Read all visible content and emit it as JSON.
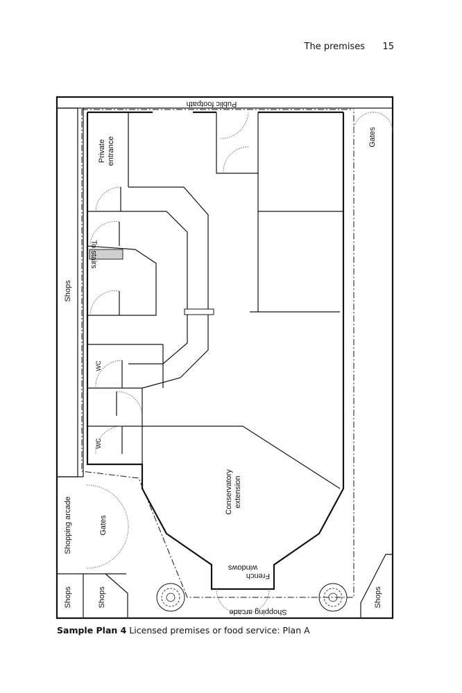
{
  "header": {
    "title": "The premises",
    "page_number": "15"
  },
  "plan": {
    "labels": {
      "public_footpath": "Public footpath",
      "private_entrance_1": "Private",
      "private_entrance_2": "entrance",
      "gates_right": "Gates",
      "shops_top": "Shops",
      "to_stairs": "To stairs",
      "wc_upper": "WC",
      "wc_lower": "WC",
      "conservatory_1": "Conservatory",
      "conservatory_2": "extension",
      "shopping_arcade_left": "Shopping arcade",
      "gates_left": "Gates",
      "french_1": "French",
      "french_2": "windows",
      "shops_bottom_left_outer": "Shops",
      "shops_bottom_left_inner": "Shops",
      "shops_bottom_right": "Shops",
      "shopping_arcade_bottom": "Shopping arcade"
    }
  },
  "caption": {
    "label": "Sample Plan 4",
    "text": "Licensed premises or food service: Plan A"
  }
}
